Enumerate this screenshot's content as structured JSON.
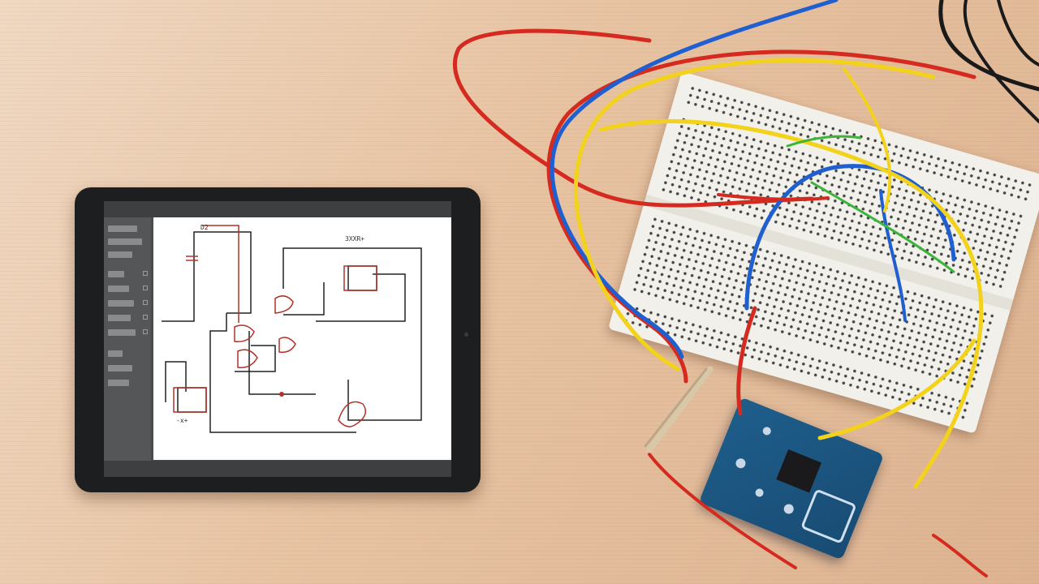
{
  "scene": {
    "description_colors": {
      "wood": "#e7c3a2",
      "wire_red": "#d42a1f",
      "wire_blue": "#1f5fd0",
      "wire_yellow": "#f2d21b",
      "wire_green": "#3cb43c",
      "pcb": "#1e5e8c"
    }
  },
  "tablet_app": {
    "schematic_labels": [
      "3XXR+",
      "D2",
      "-x+"
    ]
  }
}
